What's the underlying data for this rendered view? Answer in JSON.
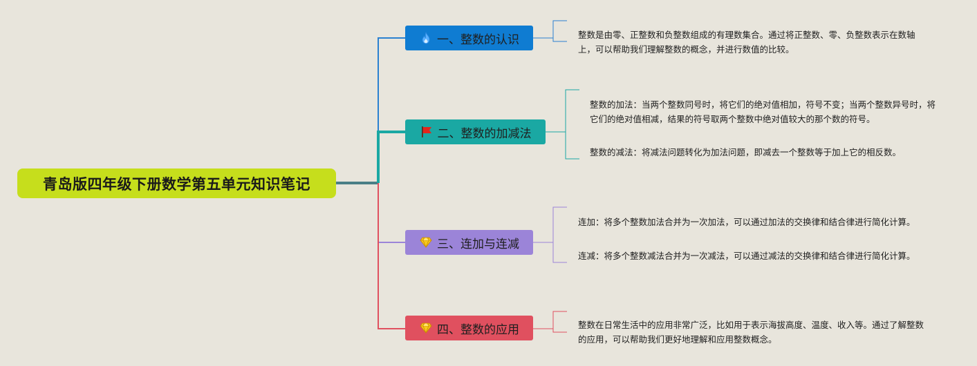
{
  "root": {
    "title": "青岛版四年级下册数学第五单元知识笔记",
    "color": "#c6de1c"
  },
  "topics": [
    {
      "label": "一、整数的认识",
      "icon": "fire-icon",
      "color": "#0f7cd2",
      "line_color": "#2a80d0",
      "notes": [
        "整数是由零、正整数和负整数组成的有理数集合。通过将正整数、零、负整数表示在数轴上，可以帮助我们理解整数的概念，并进行数值的比较。"
      ]
    },
    {
      "label": "二、整数的加减法",
      "icon": "red-flag-icon",
      "color": "#1aa8a3",
      "line_color": "#1aa8a3",
      "notes": [
        "整数的加法：当两个整数同号时，将它们的绝对值相加，符号不变；当两个整数异号时，将它们的绝对值相减，结果的符号取两个整数中绝对值较大的那个数的符号。",
        "整数的减法：将减法问题转化为加法问题，即减去一个整数等于加上它的相反数。"
      ]
    },
    {
      "label": "三、连加与连减",
      "icon": "gem-icon",
      "color": "#9b84d8",
      "line_color": "#9b84d8",
      "notes": [
        "连加：将多个整数加法合并为一次加法，可以通过加法的交换律和结合律进行简化计算。",
        "连减：将多个整数减法合并为一次减法，可以通过减法的交换律和结合律进行简化计算。"
      ]
    },
    {
      "label": "四、整数的应用",
      "icon": "gem-icon",
      "color": "#e0505f",
      "line_color": "#e0505f",
      "notes": [
        "整数在日常生活中的应用非常广泛，比如用于表示海拔高度、温度、收入等。通过了解整数的应用，可以帮助我们更好地理解和应用整数概念。"
      ]
    }
  ]
}
